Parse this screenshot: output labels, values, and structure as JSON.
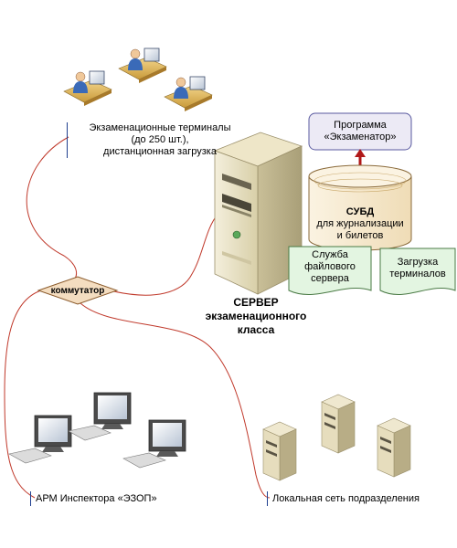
{
  "labels": {
    "terminals_line1": "Экзаменационные терминалы",
    "terminals_line2": "(до 250 шт.),",
    "terminals_line3": "дистанционная загрузка",
    "program_line1": "Программа",
    "program_line2": "«Экзаменатор»",
    "dbms_line1": "СУБД",
    "dbms_line2": "для журнализации",
    "dbms_line3": "и билетов",
    "fileservice_line1": "Служба",
    "fileservice_line2": "файлового",
    "fileservice_line3": "сервера",
    "termload_line1": "Загрузка",
    "termload_line2": "терминалов",
    "switch": "коммутатор",
    "server_line1": "СЕРВЕР",
    "server_line2": "экзаменационного",
    "server_line3": "класса",
    "arm": "АРМ Инспектора «ЭЗОП»",
    "lan": "Локальная сеть подразделения"
  },
  "colors": {
    "connection_line": "#c0392b",
    "switch_fill": "#f4ddc0",
    "switch_border": "#8a5a2b",
    "program_fill": "#eceaf5",
    "program_border": "#5a5aa0",
    "dbms_fill": "#f6ecd8",
    "dbms_border": "#8a6a3a",
    "note_fill": "#e3f5e1",
    "note_border": "#4a7a45",
    "arrow": "#b01818",
    "bracket": "#1f3f8f",
    "server_beige": "#e8e0c4"
  },
  "icons": {
    "terminal": "person-at-computer-icon",
    "server": "tower-server-icon",
    "workstation": "monitor-keyboard-icon",
    "lan_server": "small-server-icon"
  }
}
